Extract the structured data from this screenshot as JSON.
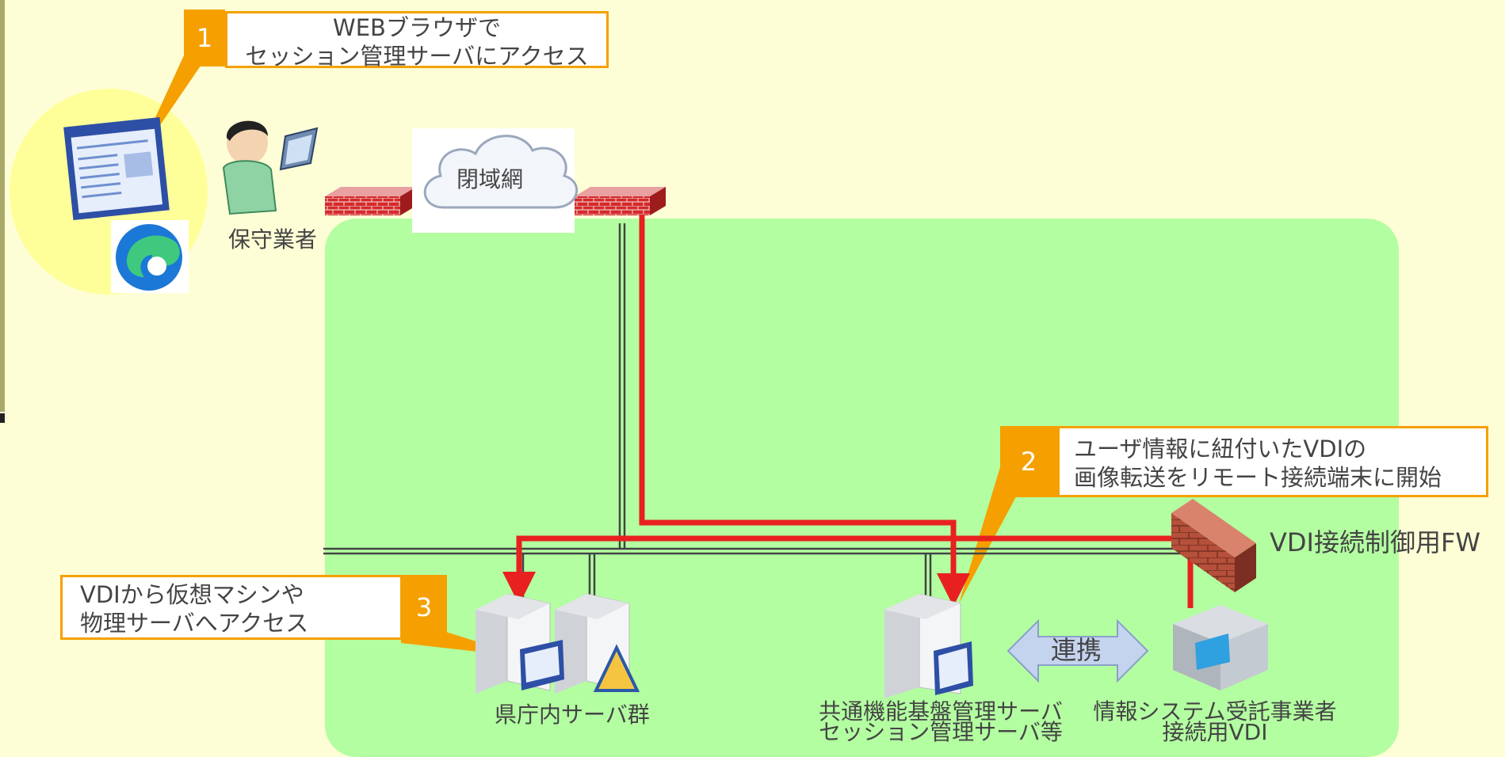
{
  "callouts": {
    "c1": {
      "number": "1",
      "line1": "WEBブラウザで",
      "line2": "セッション管理サーバにアクセス"
    },
    "c2": {
      "number": "2",
      "line1": "ユーザ情報に紐付いたVDIの",
      "line2": "画像転送をリモート接続端末に開始"
    },
    "c3": {
      "number": "3",
      "line1": "VDIから仮想マシンや",
      "line2": "物理サーバへアクセス"
    }
  },
  "labels": {
    "user": "保守業者",
    "cloud": "閉域網",
    "fw": "VDI接続制御用FW",
    "servers_group": "県庁内サーバ群",
    "mgmt_line1": "共通機能基盤管理サーバ",
    "mgmt_line2": "セッション管理サーバ等",
    "vdi_line1": "情報システム受託事業者",
    "vdi_line2": "接続用VDI",
    "link": "連携"
  },
  "colors": {
    "background": "#fefed6",
    "internal_zone": "#b3fea1",
    "accent_orange": "#f5a000",
    "route_red": "#e82020",
    "user_highlight": "#ffff9a"
  },
  "icons": [
    "browser-window-icon",
    "edge-browser-icon",
    "user-with-laptop-icon",
    "firewall-icon",
    "cloud-icon",
    "server-icon",
    "vdi-icon",
    "double-arrow-icon"
  ]
}
